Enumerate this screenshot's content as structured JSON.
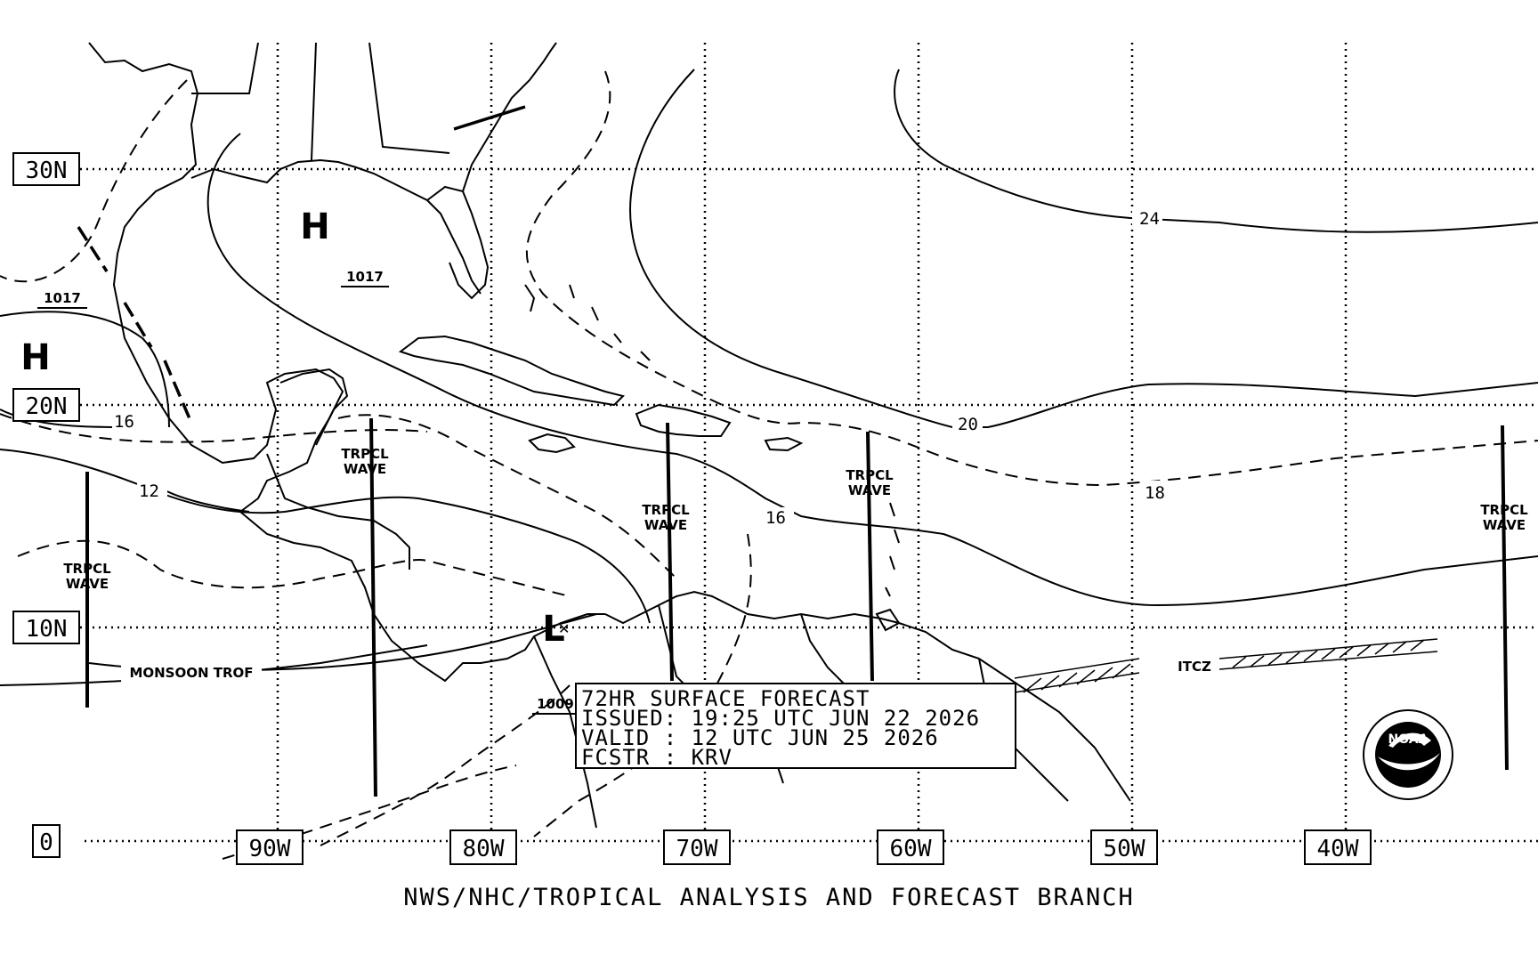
{
  "latitude_labels": [
    "30N",
    "20N",
    "10N",
    "0"
  ],
  "longitude_labels": [
    "90W",
    "80W",
    "70W",
    "60W",
    "50W",
    "40W"
  ],
  "pressure_centers": {
    "high_gulf": "H",
    "high_gulf_value": "1017",
    "high_mexico": "H",
    "high_mexico_value": "1017",
    "low_caribbean": "L",
    "low_caribbean_value": "1009"
  },
  "isobar_labels": [
    "24",
    "20",
    "18",
    "16",
    "16",
    "12"
  ],
  "features": {
    "wave_label_line1": "TRPCL",
    "wave_label_line2": "WAVE",
    "monsoon_trough": "MONSOON TROF",
    "itcz": "ITCZ"
  },
  "forecast_box": {
    "line1": "72HR SURFACE FORECAST",
    "line2": "ISSUED: 19:25 UTC JUN 22 2026",
    "line3": "VALID : 12 UTC JUN 25 2026",
    "line4": "FCSTR : KRV"
  },
  "logo": {
    "text": "NOAA"
  },
  "footer": "NWS/NHC/TROPICAL ANALYSIS AND FORECAST BRANCH"
}
